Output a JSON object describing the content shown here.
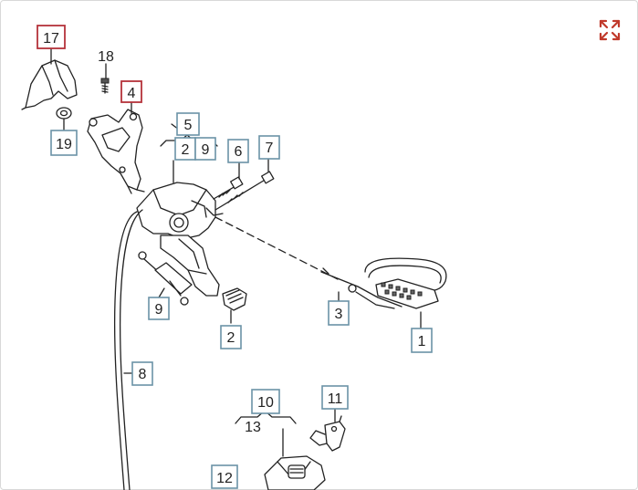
{
  "callouts": [
    {
      "id": "c17",
      "label": "17",
      "style": "highlight"
    },
    {
      "id": "c18",
      "label": "18",
      "style": "plain"
    },
    {
      "id": "c4",
      "label": "4",
      "style": "highlight"
    },
    {
      "id": "c19",
      "label": "19",
      "style": "box"
    },
    {
      "id": "c5",
      "label": "5",
      "style": "box"
    },
    {
      "id": "c5a",
      "label": "2",
      "style": "box"
    },
    {
      "id": "c5b",
      "label": "9",
      "style": "box"
    },
    {
      "id": "c6",
      "label": "6",
      "style": "box"
    },
    {
      "id": "c7",
      "label": "7",
      "style": "box"
    },
    {
      "id": "c9",
      "label": "9",
      "style": "box"
    },
    {
      "id": "c2",
      "label": "2",
      "style": "box"
    },
    {
      "id": "c3",
      "label": "3",
      "style": "box"
    },
    {
      "id": "c1",
      "label": "1",
      "style": "box"
    },
    {
      "id": "c8",
      "label": "8",
      "style": "box"
    },
    {
      "id": "c10",
      "label": "10",
      "style": "box"
    },
    {
      "id": "c13",
      "label": "13",
      "style": "plain"
    },
    {
      "id": "c11",
      "label": "11",
      "style": "box"
    },
    {
      "id": "c12",
      "label": "12",
      "style": "box"
    }
  ],
  "colors": {
    "highlight": "#b5333b",
    "box": "#6b93a6",
    "expand_icon": "#c0392b"
  },
  "icons": {
    "expand": "expand-icon"
  }
}
